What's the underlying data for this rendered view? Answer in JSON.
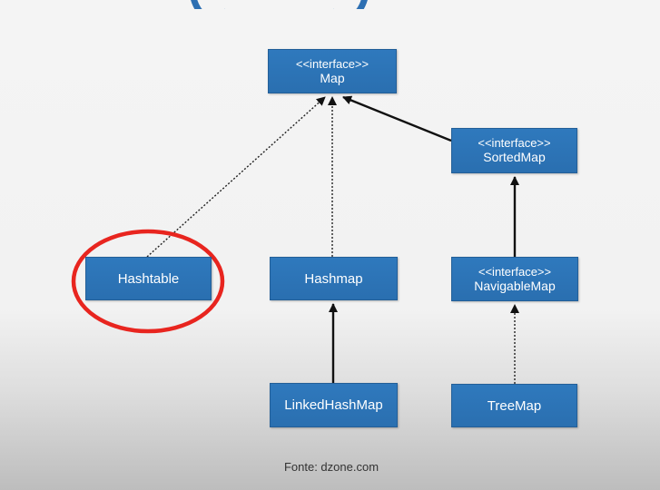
{
  "diagram": {
    "nodes": {
      "map": {
        "stereotype": "<<interface>>",
        "name": "Map"
      },
      "sortedmap": {
        "stereotype": "<<interface>>",
        "name": "SortedMap"
      },
      "hashtable": {
        "name": "Hashtable"
      },
      "hashmap": {
        "name": "Hashmap"
      },
      "navigablemap": {
        "stereotype": "<<interface>>",
        "name": "NavigableMap"
      },
      "linkedhashmap": {
        "name": "LinkedHashMap"
      },
      "treemap": {
        "name": "TreeMap"
      }
    },
    "edges": [
      {
        "from": "Hashtable",
        "to": "Map",
        "style": "dotted"
      },
      {
        "from": "Hashmap",
        "to": "Map",
        "style": "dotted"
      },
      {
        "from": "SortedMap",
        "to": "Map",
        "style": "solid"
      },
      {
        "from": "NavigableMap",
        "to": "SortedMap",
        "style": "solid"
      },
      {
        "from": "LinkedHashMap",
        "to": "Hashmap",
        "style": "solid"
      },
      {
        "from": "TreeMap",
        "to": "NavigableMap",
        "style": "dotted"
      }
    ],
    "highlight": {
      "target": "Hashtable",
      "color": "#e8251f"
    },
    "node_color": "#2c72b4",
    "source": "Fonte: dzone.com"
  }
}
